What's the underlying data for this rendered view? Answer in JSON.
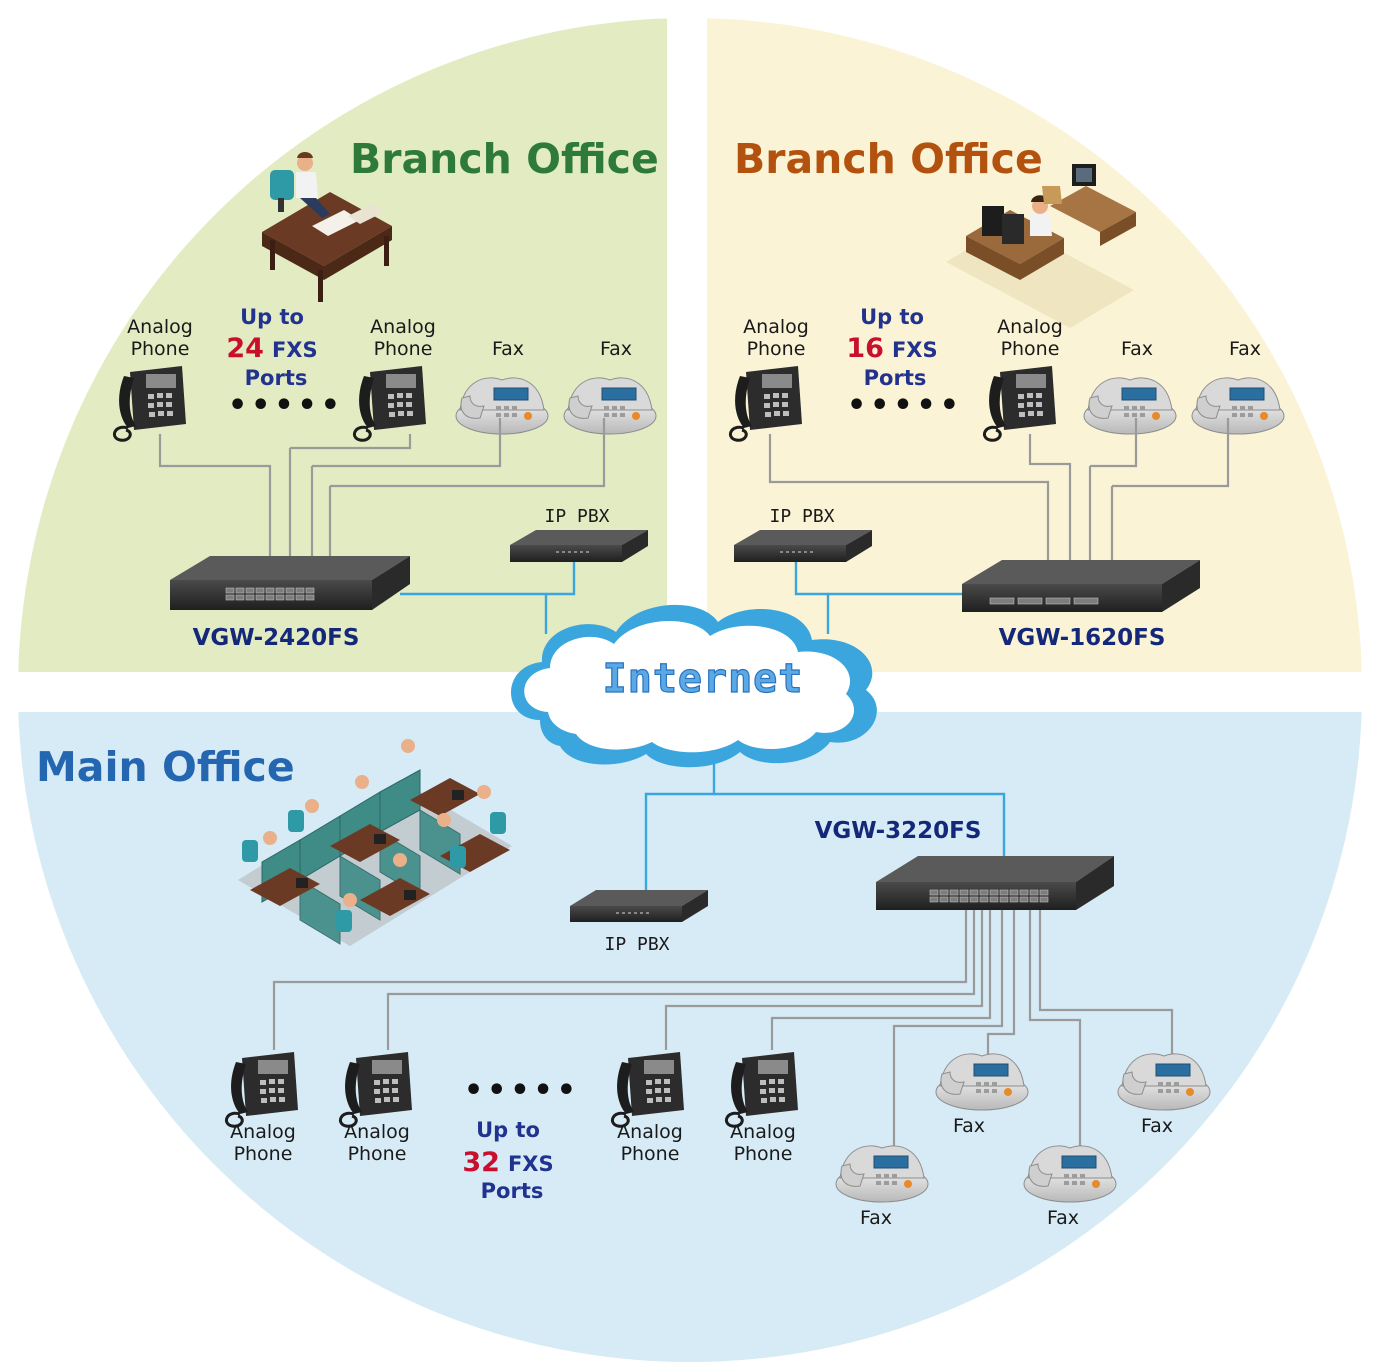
{
  "branch_green": {
    "title": "Branch Office",
    "up_to": "Up to",
    "count": "24",
    "fxs": "FXS",
    "ports": "Ports",
    "model": "VGW-2420FS",
    "ip_pbx": "IP PBX",
    "devices": [
      {
        "line1": "Analog",
        "line2": "Phone"
      },
      {
        "line1": "Analog",
        "line2": "Phone"
      },
      {
        "line1": "Fax"
      },
      {
        "line1": "Fax"
      }
    ],
    "dots": "•••••"
  },
  "branch_orange": {
    "title": "Branch Office",
    "up_to": "Up to",
    "count": "16",
    "fxs": "FXS",
    "ports": "Ports",
    "model": "VGW-1620FS",
    "ip_pbx": "IP PBX",
    "devices": [
      {
        "line1": "Analog",
        "line2": "Phone"
      },
      {
        "line1": "Analog",
        "line2": "Phone"
      },
      {
        "line1": "Fax"
      },
      {
        "line1": "Fax"
      }
    ],
    "dots": "•••••"
  },
  "internet": {
    "label": "Internet"
  },
  "main_office": {
    "title": "Main Office",
    "model": "VGW-3220FS",
    "ip_pbx": "IP PBX",
    "up_to": "Up to",
    "count": "32",
    "fxs": "FXS",
    "ports": "Ports",
    "dots": "•••••",
    "phones": [
      {
        "line1": "Analog",
        "line2": "Phone"
      },
      {
        "line1": "Analog",
        "line2": "Phone"
      },
      {
        "line1": "Analog",
        "line2": "Phone"
      },
      {
        "line1": "Analog",
        "line2": "Phone"
      }
    ],
    "faxes": [
      {
        "line1": "Fax"
      },
      {
        "line1": "Fax"
      },
      {
        "line1": "Fax"
      },
      {
        "line1": "Fax"
      }
    ]
  },
  "colors": {
    "green_bg": "#e3ebc3",
    "orange_bg": "#faf3d6",
    "blue_bg": "#d6ebf6",
    "link_blue": "#3aa6dd",
    "wire_gray": "#9a9a9a"
  }
}
